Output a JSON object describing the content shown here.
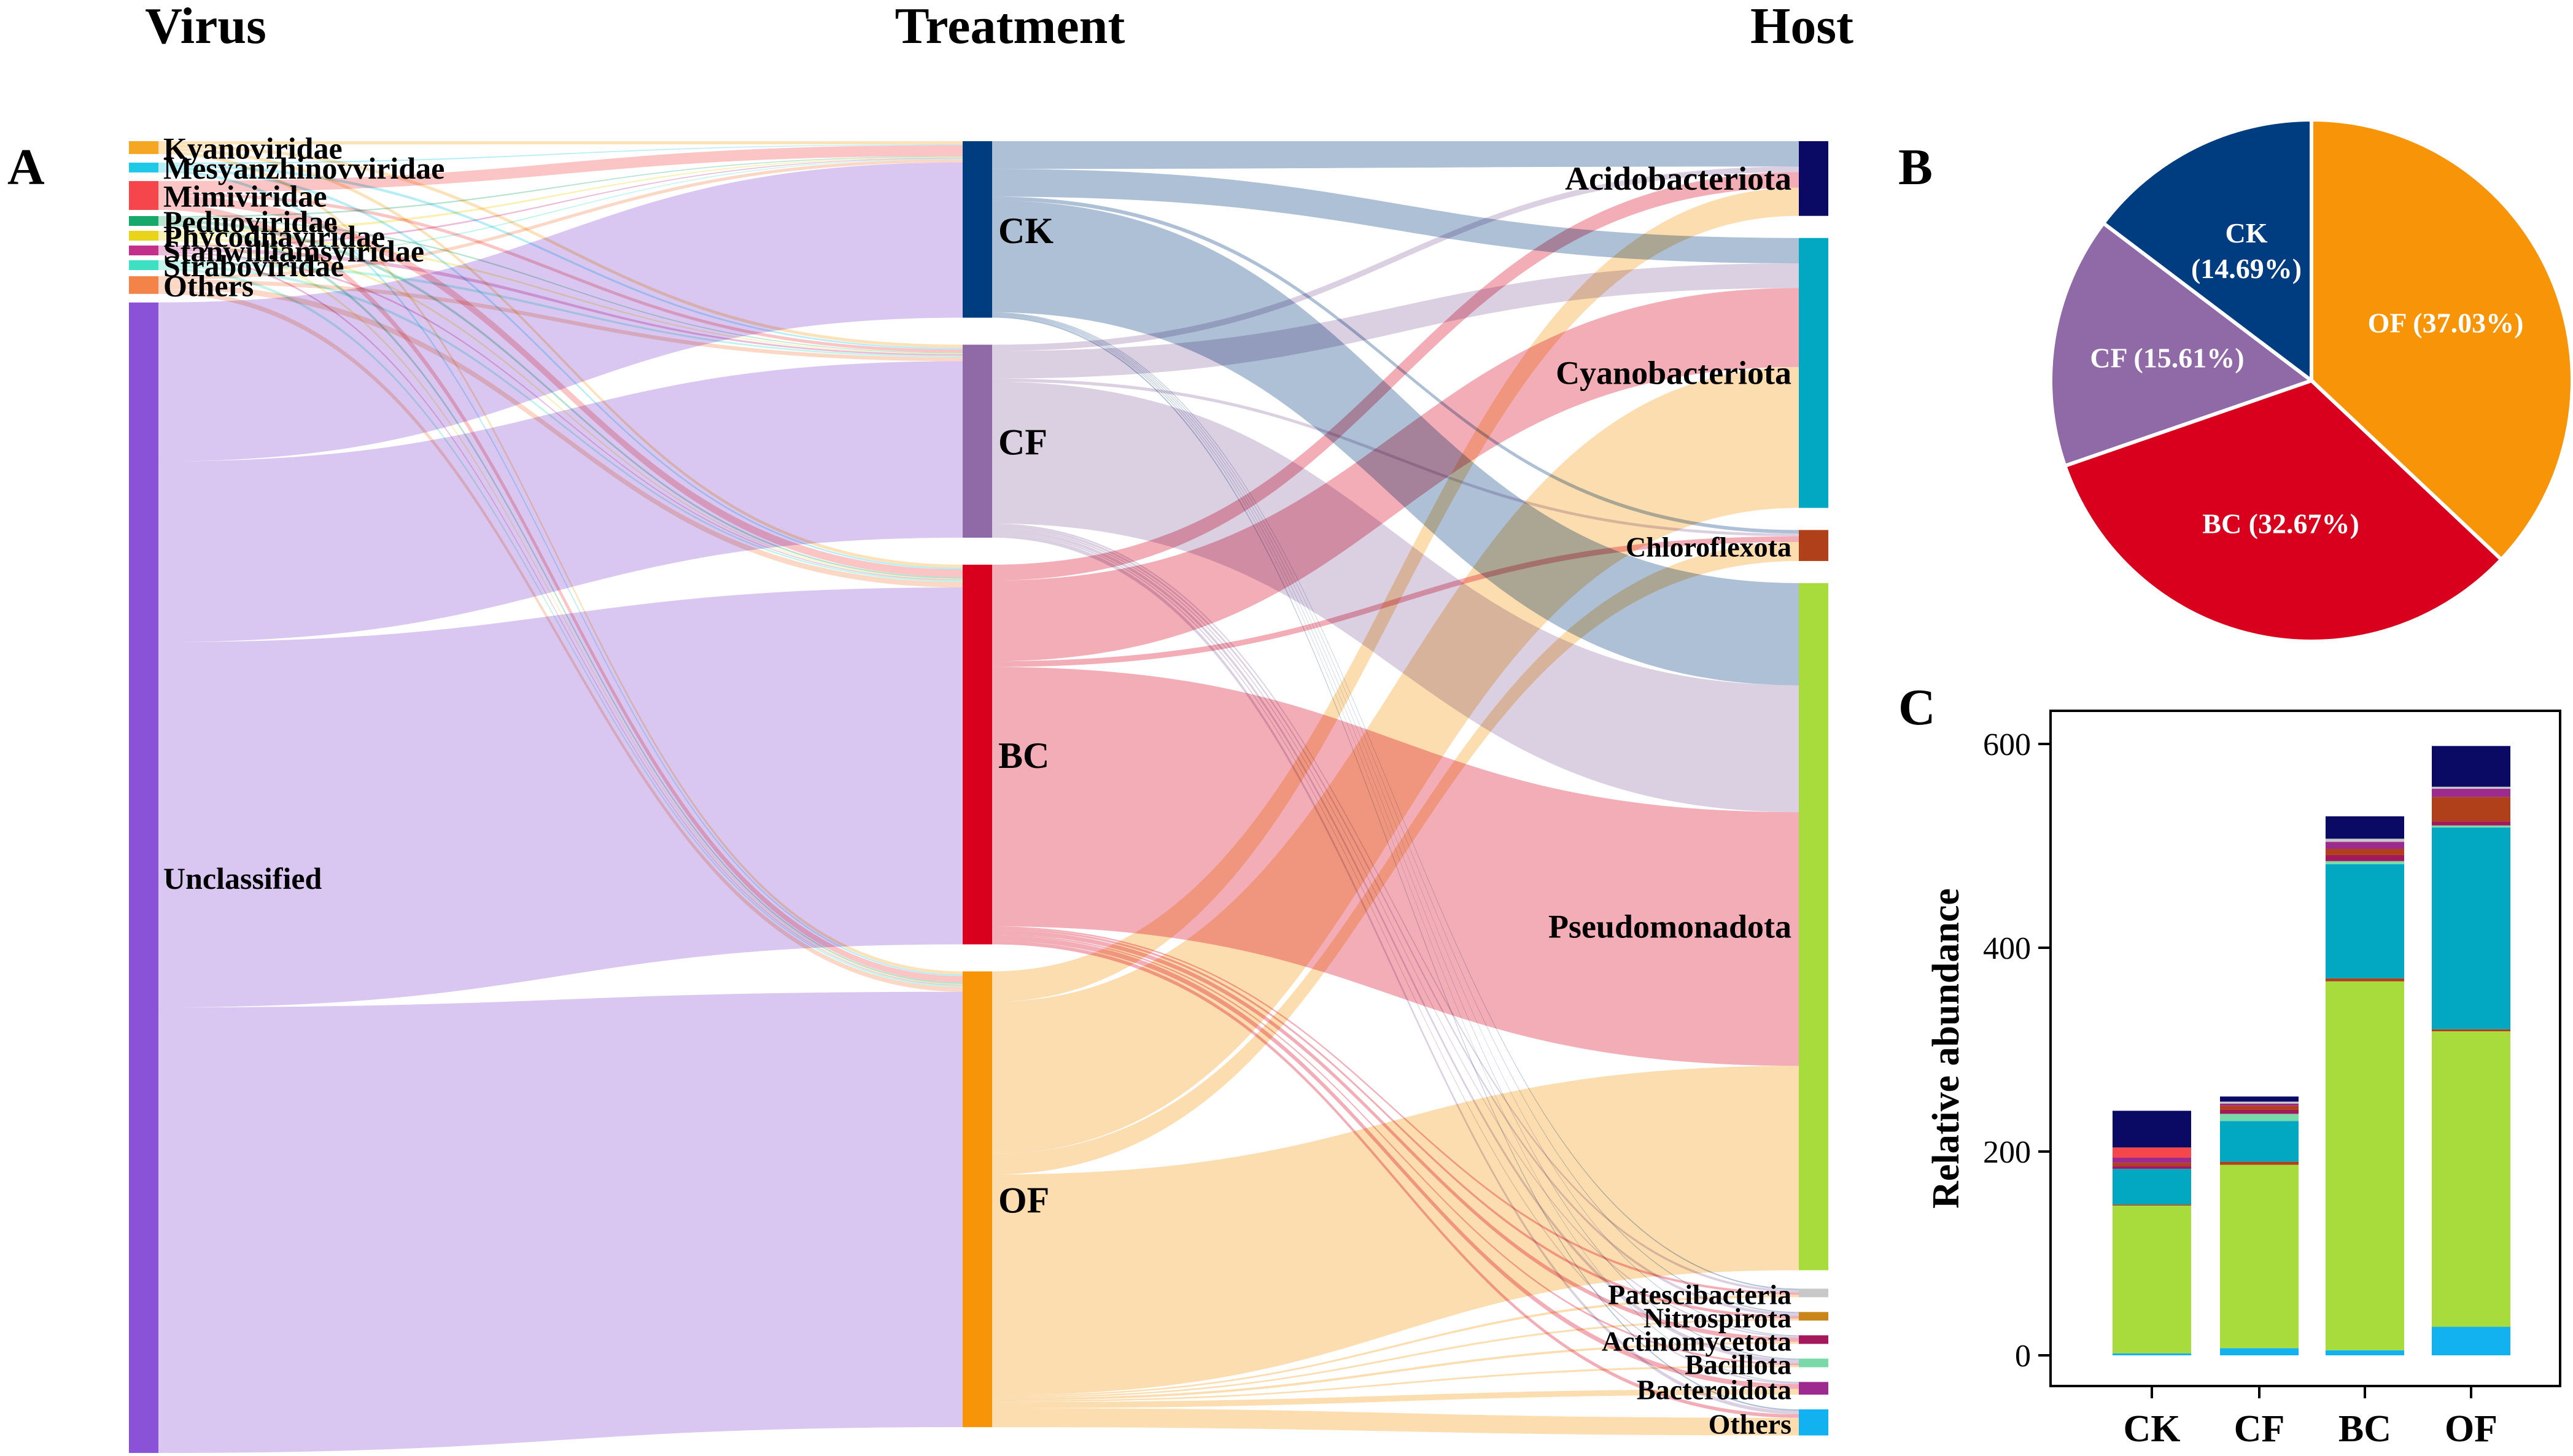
{
  "headers": {
    "virus": "Virus",
    "treatment": "Treatment",
    "host": "Host"
  },
  "panel_labels": {
    "a": "A",
    "b": "B",
    "c": "C"
  },
  "colors": {
    "virus": {
      "Kyanoviridae": "#f5a623",
      "Mesyanzhinovviridae": "#1ec8e6",
      "Mimiviridae": "#f4464b",
      "Peduoviridae": "#18a86b",
      "Phycodnaviridae": "#e8d41a",
      "Stanwilliamsviridae": "#c2308c",
      "Straboviridae": "#3de0c3",
      "Others": "#f4834a",
      "Unclassified": "#8a52d6"
    },
    "treatment": {
      "CK": "#003c80",
      "CF": "#8f6aa6",
      "BC": "#d9001e",
      "OF": "#f79408"
    },
    "host": {
      "Acidobacteriota": "#0a0a64",
      "Cyanobacteriota": "#02a7c2",
      "Chloroflexota": "#b0401a",
      "Pseudomonadota": "#a8dc3c",
      "Patescibacteria": "#c8c8c8",
      "Nitrospirota": "#c8861a",
      "Actinomycetota": "#a3195b",
      "Bacillota": "#7ad9a8",
      "Bacteroidota": "#9c2a8f",
      "Others": "#12b1f0"
    }
  },
  "chart_data": [
    {
      "type": "sankey",
      "panel": "A",
      "columns": [
        "Virus",
        "Treatment",
        "Host"
      ],
      "virus_nodes": [
        "Kyanoviridae",
        "Mesyanzhinovviridae",
        "Mimiviridae",
        "Peduoviridae",
        "Phycodnaviridae",
        "Stanwilliamsviridae",
        "Straboviridae",
        "Others",
        "Unclassified"
      ],
      "treatment_nodes": [
        "CK",
        "CF",
        "BC",
        "OF"
      ],
      "host_nodes": [
        "Acidobacteriota",
        "Cyanobacteriota",
        "Chloroflexota",
        "Pseudomonadota",
        "Patescibacteria",
        "Nitrospirota",
        "Actinomycetota",
        "Bacillota",
        "Bacteroidota",
        "Others"
      ],
      "virus_to_treatment": [
        {
          "source": "Kyanoviridae",
          "CK": 4,
          "CF": 4,
          "BC": 4,
          "OF": 4
        },
        {
          "source": "Mesyanzhinovviridae",
          "CK": 1,
          "CF": 2,
          "BC": 2,
          "OF": 2
        },
        {
          "source": "Mimiviridae",
          "CK": 14,
          "CF": 4,
          "BC": 10,
          "OF": 8
        },
        {
          "source": "Peduoviridae",
          "CK": 1,
          "CF": 1,
          "BC": 2,
          "OF": 2
        },
        {
          "source": "Phycodnaviridae",
          "CK": 1,
          "CF": 1,
          "BC": 1,
          "OF": 1
        },
        {
          "source": "Stanwilliamsviridae",
          "CK": 1,
          "CF": 2,
          "BC": 1,
          "OF": 1
        },
        {
          "source": "Straboviridae",
          "CK": 1,
          "CF": 2,
          "BC": 2,
          "OF": 2
        },
        {
          "source": "Others",
          "CK": 4,
          "CF": 5,
          "BC": 7,
          "OF": 6
        },
        {
          "source": "Unclassified",
          "CK": 198,
          "CF": 225,
          "BC": 455,
          "OF": 555
        }
      ],
      "treatment_to_host": [
        {
          "source": "CK",
          "Acidobacteriota": 36,
          "Cyanobacteriota": 36,
          "Chloroflexota": 5,
          "Pseudomonadota": 145,
          "Patescibacteria": 1,
          "Nitrospirota": 1,
          "Actinomycetota": 1,
          "Bacillota": 1,
          "Bacteroidota": 1,
          "Others": 2
        },
        {
          "source": "CF",
          "Acidobacteriota": 8,
          "Cyanobacteriota": 35,
          "Chloroflexota": 4,
          "Pseudomonadota": 180,
          "Patescibacteria": 2,
          "Nitrospirota": 3,
          "Actinomycetota": 2,
          "Bacillota": 4,
          "Bacteroidota": 2,
          "Others": 5
        },
        {
          "source": "BC",
          "Acidobacteriota": 22,
          "Cyanobacteriota": 112,
          "Chloroflexota": 8,
          "Pseudomonadota": 360,
          "Patescibacteria": 2,
          "Nitrospirota": 3,
          "Actinomycetota": 6,
          "Bacillota": 2,
          "Bacteroidota": 7,
          "Others": 5
        },
        {
          "source": "OF",
          "Acidobacteriota": 40,
          "Cyanobacteriota": 200,
          "Chloroflexota": 27,
          "Pseudomonadota": 290,
          "Patescibacteria": 2,
          "Nitrospirota": 2,
          "Actinomycetota": 3,
          "Bacillota": 2,
          "Bacteroidota": 8,
          "Others": 25
        }
      ]
    },
    {
      "type": "pie",
      "panel": "B",
      "labels": [
        "OF",
        "BC",
        "CF",
        "CK"
      ],
      "values": [
        37.03,
        32.67,
        15.61,
        14.69
      ],
      "slice_labels": [
        "OF (37.03%)",
        "BC (32.67%)",
        "CF (15.61%)",
        "CK (14.69%)"
      ],
      "start": "top, clockwise"
    },
    {
      "type": "bar",
      "panel": "C",
      "stacked": true,
      "categories": [
        "CK",
        "CF",
        "BC",
        "OF"
      ],
      "ylabel": "Relative abundance",
      "ylim": [
        0,
        620
      ],
      "yticks": [
        0,
        200,
        400,
        600
      ],
      "series": [
        {
          "key": "Others",
          "values": [
            2,
            7,
            5,
            28
          ]
        },
        {
          "key": "Pseudomonadota",
          "values": [
            145,
            180,
            362,
            290
          ]
        },
        {
          "key": "Chloroflexota",
          "values": [
            1,
            3,
            3,
            2
          ]
        },
        {
          "key": "Cyanobacteriota",
          "values": [
            35,
            40,
            112,
            198
          ]
        },
        {
          "key": "Bacillota",
          "values": [
            0,
            7,
            3,
            2
          ]
        },
        {
          "key": "Actinomycetota",
          "values": [
            3,
            4,
            6,
            4
          ]
        },
        {
          "key": "Chloroflexota",
          "values": [
            3,
            4,
            6,
            24
          ]
        },
        {
          "key": "Bacteroidota",
          "values": [
            5,
            2,
            7,
            8
          ]
        },
        {
          "key": "Mimiviridae",
          "values": [
            10,
            0,
            0,
            0
          ]
        },
        {
          "key": "Patescibacteria",
          "values": [
            0,
            2,
            3,
            2
          ]
        },
        {
          "key": "Acidobacteriota",
          "values": [
            36,
            5,
            22,
            40
          ]
        }
      ]
    }
  ]
}
